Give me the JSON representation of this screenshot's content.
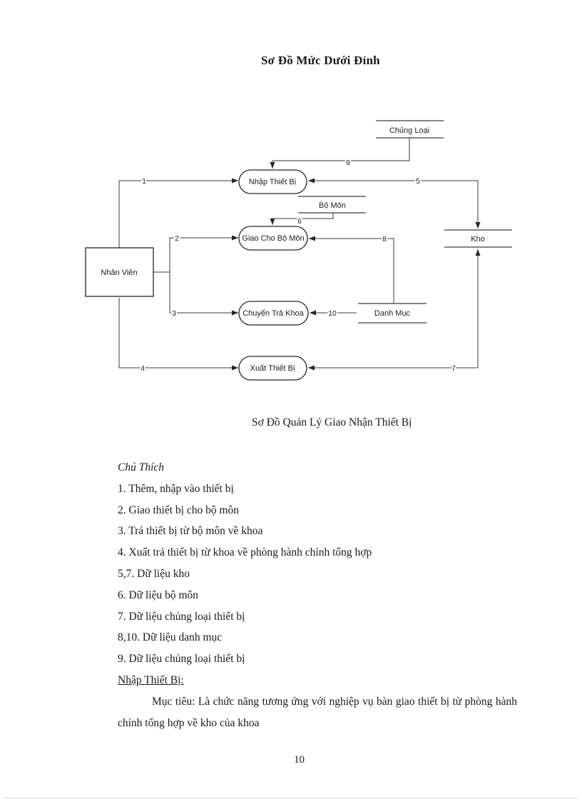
{
  "page": {
    "title": "Sơ Đồ Mức Dưới Đỉnh",
    "caption": "Sơ Đồ Quản Lý Giao Nhận Thiết Bị",
    "page_number": "10"
  },
  "diagram": {
    "entity": {
      "nhan_vien": "Nhân Viên"
    },
    "processes": {
      "nhap_thiet_bi": "Nhập Thiết Bị",
      "giao_cho_bo_mon": "Giao Cho Bộ Môn",
      "chuyen_tra_khoa": "Chuyển Trả Khoa",
      "xuat_thiet_bi": "Xuất Thiết Bị"
    },
    "stores": {
      "chung_loai": "Chủng Loại",
      "bo_mon": "Bộ Môn",
      "kho": "Kho",
      "danh_muc": "Danh Mục"
    },
    "flows": {
      "n1": "1",
      "n2": "2",
      "n3": "3",
      "n4": "4",
      "n5": "5",
      "n6": "6",
      "n7": "7",
      "n8": "8",
      "n9": "9",
      "n10": "10"
    }
  },
  "notes": {
    "heading": "Chú Thích",
    "items": [
      "1. Thêm, nhập vào thiết bị",
      "2. Giao thiết bị cho bộ môn",
      "3. Trả thiết bị từ bộ môn về khoa",
      "4. Xuất trả thiết bị từ khoa về phòng hành chính tổng hợp",
      "5,7.  Dữ liệu kho",
      "6. Dữ liệu bộ môn",
      "7. Dữ liệu chủng loại thiết bị",
      "8,10.  Dữ liệu danh mục",
      "9. Dữ liệu chủng loại thiết bị"
    ],
    "subheading": "Nhập Thiết Bị:",
    "paragraph": "Mục tiêu: Là chức năng tương ứng với nghiệp vụ bàn giao thiết bị từ phòng hành chính tổng hợp về kho của khoa"
  }
}
